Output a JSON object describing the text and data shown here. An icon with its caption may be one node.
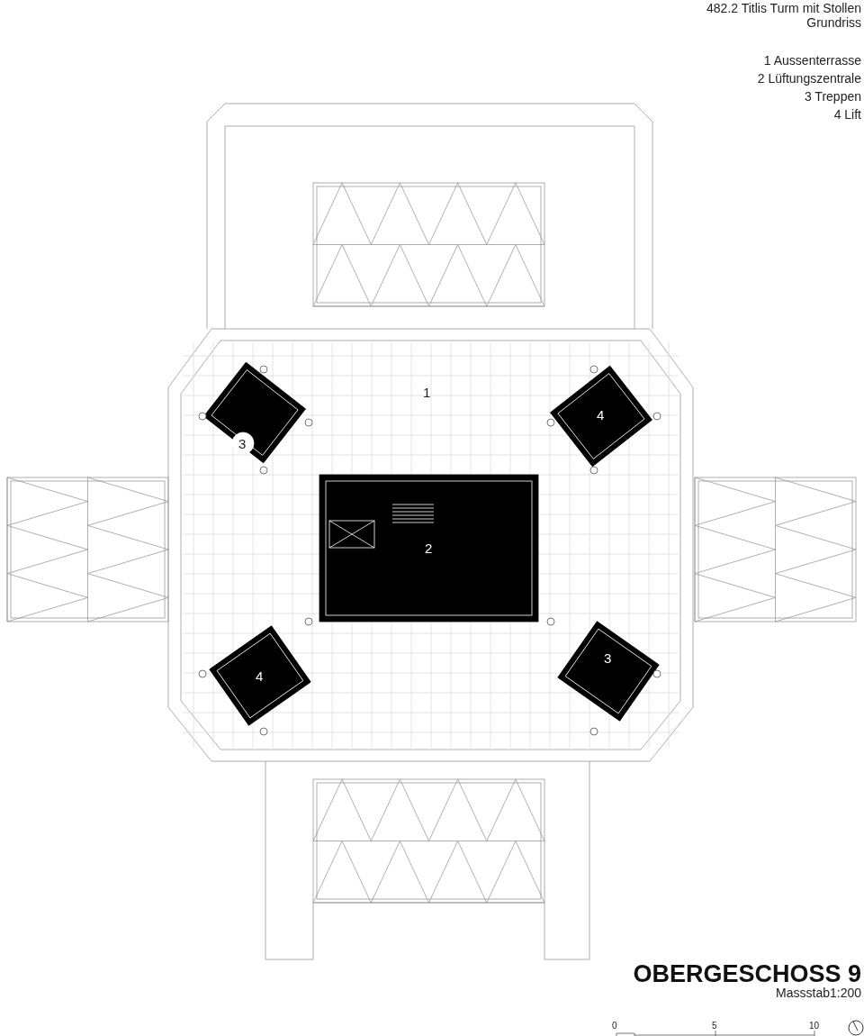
{
  "diagram": {
    "title": "482.2 Titlis Turm mit Stollen",
    "labels": [
      "Grundriss",
      "1 Aussenterrasse",
      "2 Lüftungszentrale",
      "3 Treppen",
      "4 Lift",
      "1",
      "4",
      "3",
      "2",
      "3",
      "4",
      "OBERGESCHOSS 9",
      "Massstab1:200",
      "0",
      "5",
      "10"
    ]
  }
}
